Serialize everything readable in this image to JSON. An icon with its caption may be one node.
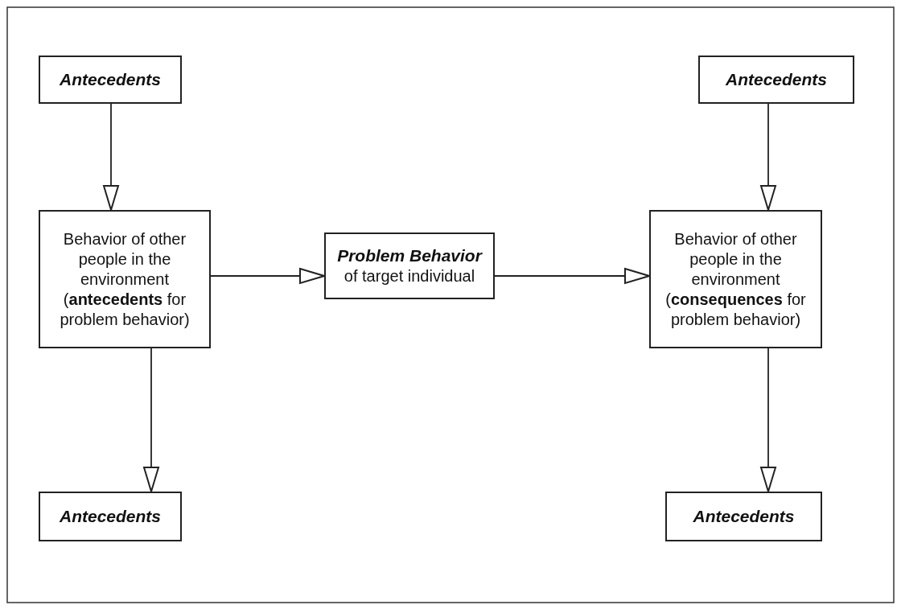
{
  "diagram": {
    "nodes": [
      {
        "text": [
          "Antecedents"
        ]
      },
      {
        "text": [
          "Antecedents"
        ]
      },
      {
        "text": [
          "Behavior of other people in the environment (**antecedents** for problem behavior)"
        ]
      },
      {
        "text": [
          "Problem Behavior",
          "of target individual"
        ]
      },
      {
        "text": [
          "Behavior of other people in the environment (**consequences** for problem behavior)"
        ]
      },
      {
        "text": [
          "Antecedents"
        ]
      },
      {
        "text": [
          "Antecedents"
        ]
      }
    ],
    "edges": [
      {
        "from": 0,
        "to": 2,
        "arrow": "to"
      },
      {
        "from": 1,
        "to": 4,
        "arrow": "to"
      },
      {
        "from": 2,
        "to": 3,
        "arrow": "to"
      },
      {
        "from": 3,
        "to": 4,
        "arrow": "to"
      },
      {
        "from": 2,
        "to": 5,
        "arrow": "to"
      },
      {
        "from": 4,
        "to": 6,
        "arrow": "to"
      }
    ]
  }
}
